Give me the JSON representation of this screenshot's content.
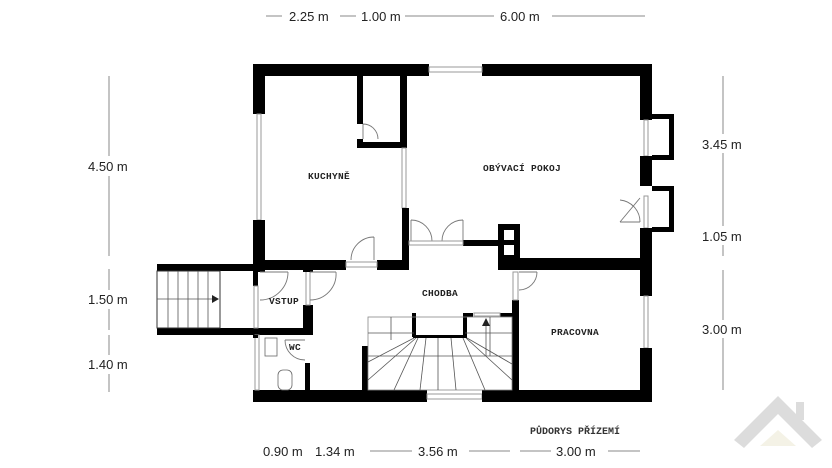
{
  "plan": {
    "title": "PŮDORYS PŘÍZEMÍ",
    "rooms": {
      "kitchen": "KUCHYNĚ",
      "living_room": "OBÝVACÍ POKOJ",
      "hallway": "CHODBA",
      "entrance": "VSTUP",
      "wc": "WC",
      "study": "PRACOVNA"
    }
  },
  "dimensions": {
    "top": [
      "2.25 m",
      "1.00 m",
      "6.00 m"
    ],
    "bottom": [
      "0.90 m",
      "1.34 m",
      "3.56 m",
      "3.00 m"
    ],
    "left": [
      "4.50 m",
      "1.50 m",
      "1.40 m"
    ],
    "right": [
      "3.45 m",
      "1.05 m",
      "3.00 m"
    ]
  },
  "colors": {
    "wall": "#000000",
    "dimension_line": "#888888",
    "logo": "#d9d9d9"
  },
  "logo": {
    "icon": "house-roof-icon"
  }
}
